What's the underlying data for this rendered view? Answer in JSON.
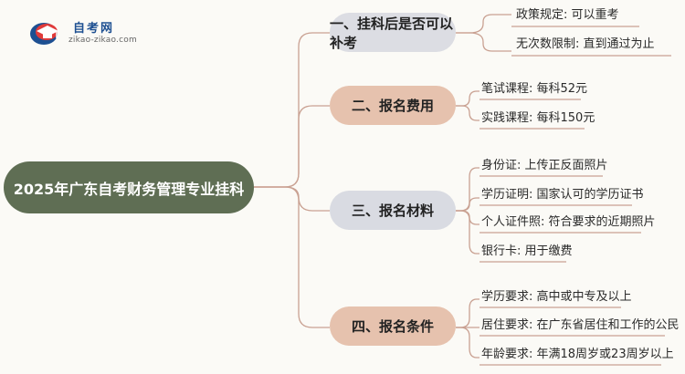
{
  "logo": {
    "title": "自考网",
    "subtitle": "zikao-zikao.com"
  },
  "root": {
    "label": "2025年广东自考财务管理专业挂科"
  },
  "branches": [
    {
      "label": "一、挂科后是否可以补考",
      "items": [
        "政策规定: 可以重考",
        "无次数限制: 直到通过为止"
      ]
    },
    {
      "label": "二、报名费用",
      "items": [
        "笔试课程: 每科52元",
        "实践课程: 每科150元"
      ]
    },
    {
      "label": "三、报名材料",
      "items": [
        "身份证: 上传正反面照片",
        "学历证明: 国家认可的学历证书",
        "个人证件照: 符合要求的近期照片",
        "银行卡: 用于缴费"
      ]
    },
    {
      "label": "四、报名条件",
      "items": [
        "学历要求: 高中或中专及以上",
        "居住要求: 在广东省居住和工作的公民",
        "年龄要求: 年满18周岁或23周岁以上"
      ]
    }
  ],
  "colors": {
    "root": "#5f6e54",
    "branch_gray": "#dcdde3",
    "branch_peach": "#e6c2ae",
    "connector": "#c9a192",
    "logo_blue": "#1d4f91"
  }
}
